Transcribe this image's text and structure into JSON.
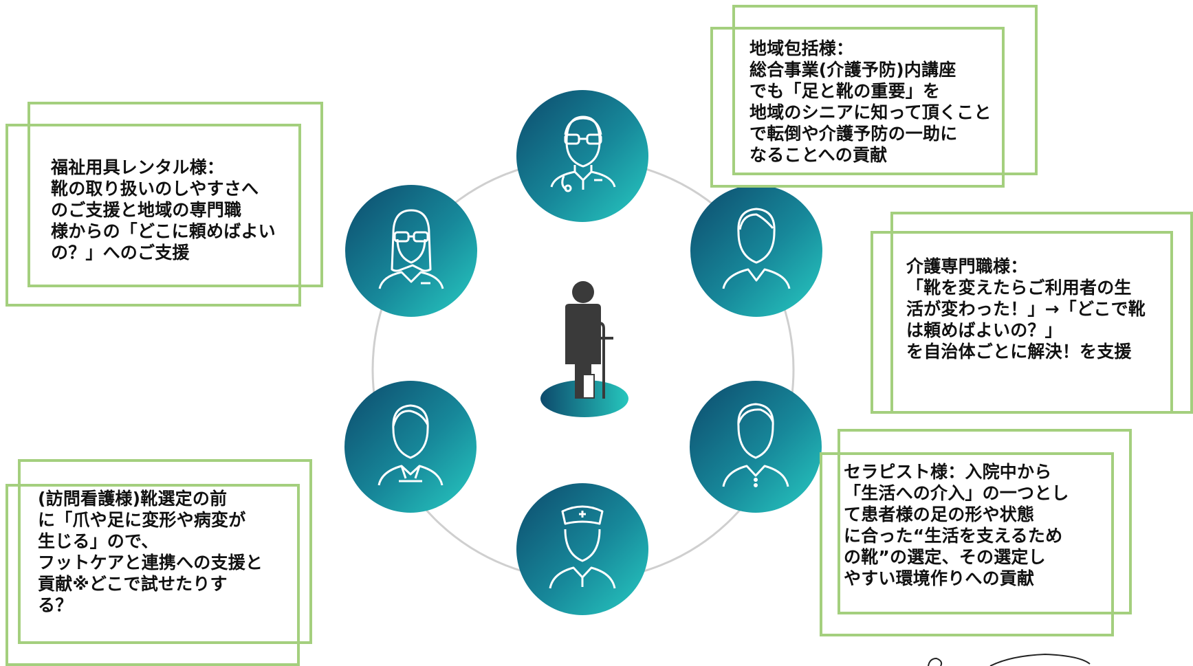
{
  "stakeholders": {
    "regional_center": "地域包括様：\n総合事業(介護予防)内講座\nでも「足と靴の重要」を\n地域のシニアに知って頂くこと\nで転倒や介護予防の一助に\nなることへの貢献",
    "welfare_rental": "福祉用具レンタル様：\n靴の取り扱いのしやすさへ\nのご支援と地域の専門職\n様からの「どこに頼めばよい\nの？」へのご支援",
    "care_professional": "介護専門職様：\n「靴を変えたらご利用者の生\n活が変わった！」→「どこで靴\nは頼めばよいの？」\nを自治体ごとに解決！を支援",
    "therapist": "セラピスト様：入院中から\n「生活への介入」の一つとし\nて患者様の足の形や状態\nに合った“生活を支えるため\nの靴”の選定、その選定し\nやすい環境作りへの貢献",
    "home_nursing": "(訪問看護様)靴選定の前\nに「爪や足に変形や病変が\n生じる」ので、\nフットケアと連携への支援と\n貢献※どこで試せたりす\nる？"
  },
  "icons": {
    "top": "doctor-icon",
    "upper_left": "female-professional-icon",
    "upper_right": "male-person-icon",
    "lower_left": "female-caregiver-icon",
    "lower_right": "male-therapist-icon",
    "bottom": "nurse-icon",
    "center": "patient-with-crutch-icon"
  },
  "colors": {
    "frame": "#a4cf7e",
    "circle_dark": "#0d5170",
    "circle_light": "#22c1b9",
    "ring": "#cfcfcf",
    "patient": "#3a3a3a"
  }
}
